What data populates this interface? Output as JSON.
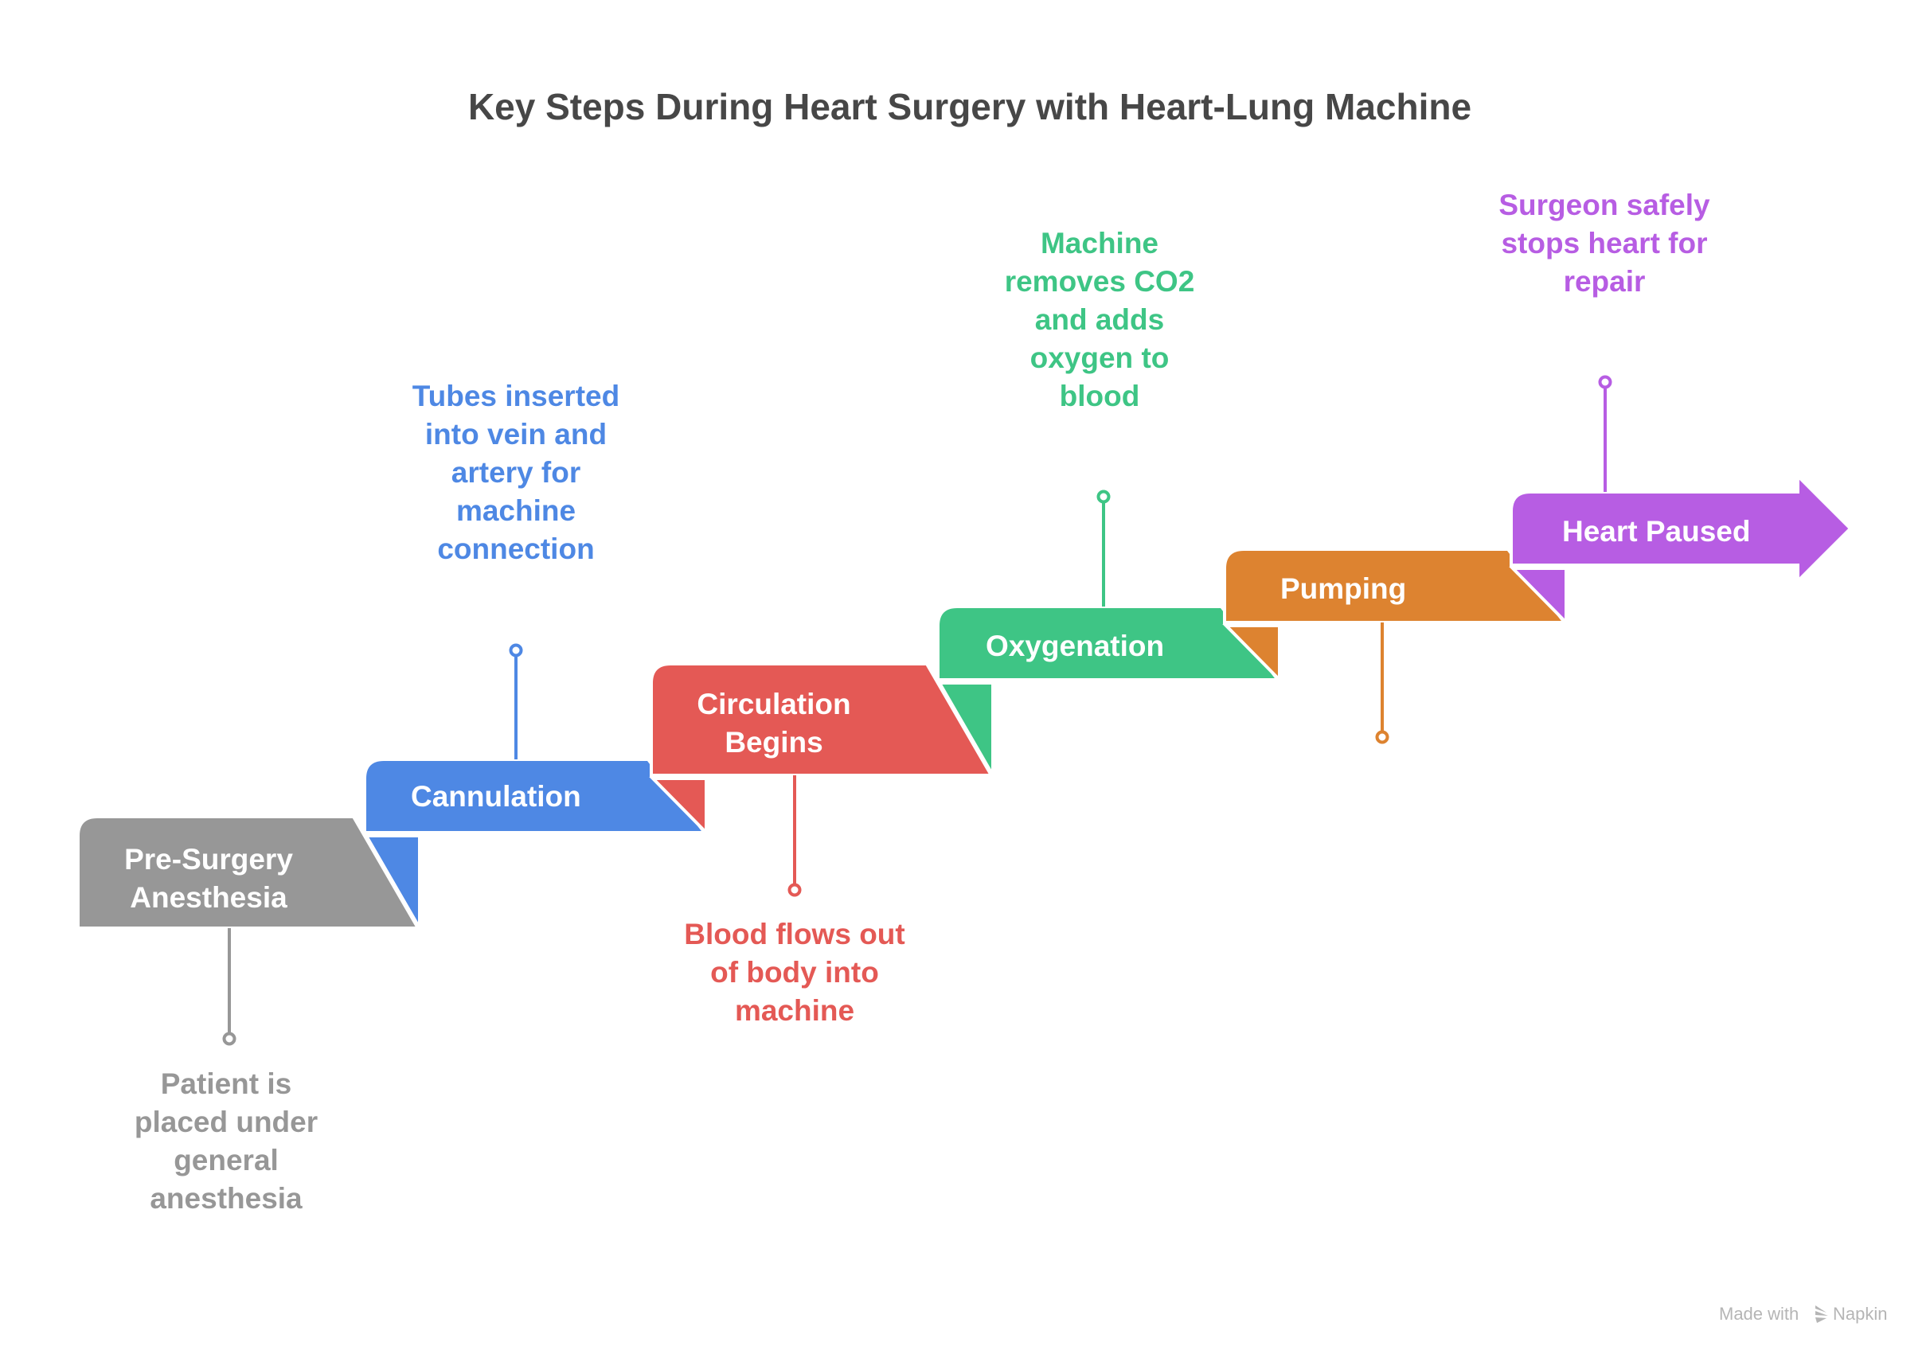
{
  "title": "Key Steps During Heart Surgery with Heart-Lung Machine",
  "footer": {
    "made_with": "Made with",
    "brand": "Napkin",
    "icon": "napkin-logo-icon"
  },
  "steps": [
    {
      "label_lines": [
        "Pre-Surgery",
        "Anesthesia"
      ],
      "color": "#979797",
      "note_lines": [
        "Patient is",
        "placed under",
        "general",
        "anesthesia"
      ],
      "note_position": "below"
    },
    {
      "label_lines": [
        "Cannulation"
      ],
      "color": "#4e88e4",
      "note_lines": [
        "Tubes inserted",
        "into vein and",
        "artery for",
        "machine",
        "connection"
      ],
      "note_position": "above"
    },
    {
      "label_lines": [
        "Circulation",
        "Begins"
      ],
      "color": "#e45955",
      "note_lines": [
        "Blood flows out",
        "of body into",
        "machine"
      ],
      "note_position": "below"
    },
    {
      "label_lines": [
        "Oxygenation"
      ],
      "color": "#3ec585",
      "note_lines": [
        "Machine",
        "removes CO2",
        "and adds",
        "oxygen to",
        "blood"
      ],
      "note_position": "above"
    },
    {
      "label_lines": [
        "Pumping"
      ],
      "color": "#dd8330",
      "note_lines": [],
      "note_position": "below"
    },
    {
      "label_lines": [
        "Heart Paused"
      ],
      "color": "#b75de3",
      "note_lines": [
        "Surgeon safely",
        "stops heart for",
        "repair"
      ],
      "note_position": "above"
    }
  ]
}
